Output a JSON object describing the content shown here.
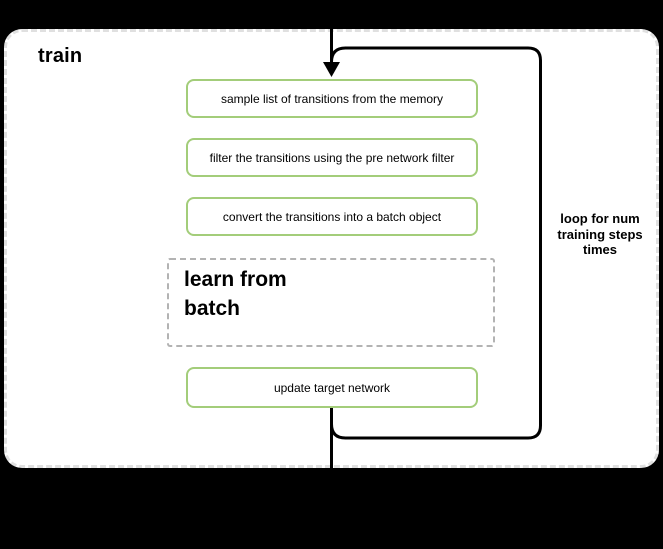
{
  "diagram": {
    "title": "train",
    "steps": [
      {
        "label": "sample list of transitions from the memory"
      },
      {
        "label": "filter the transitions using the pre network filter"
      },
      {
        "label": "convert the transitions into a batch object"
      }
    ],
    "subprocess": {
      "lines": [
        "learn from",
        "batch"
      ]
    },
    "final_step": {
      "label": "update target network"
    },
    "loop_annotation": {
      "lines": [
        "loop for num",
        "training steps",
        "times"
      ]
    }
  },
  "colors": {
    "background": "#000000",
    "panel_background": "#ffffff",
    "panel_dashed_border": "#e0e0e0",
    "step_box_border_green": "#a3cd7a",
    "subprocess_dashed_border": "#b3b3b3",
    "connector_line": "#000000",
    "text": "#000000"
  }
}
